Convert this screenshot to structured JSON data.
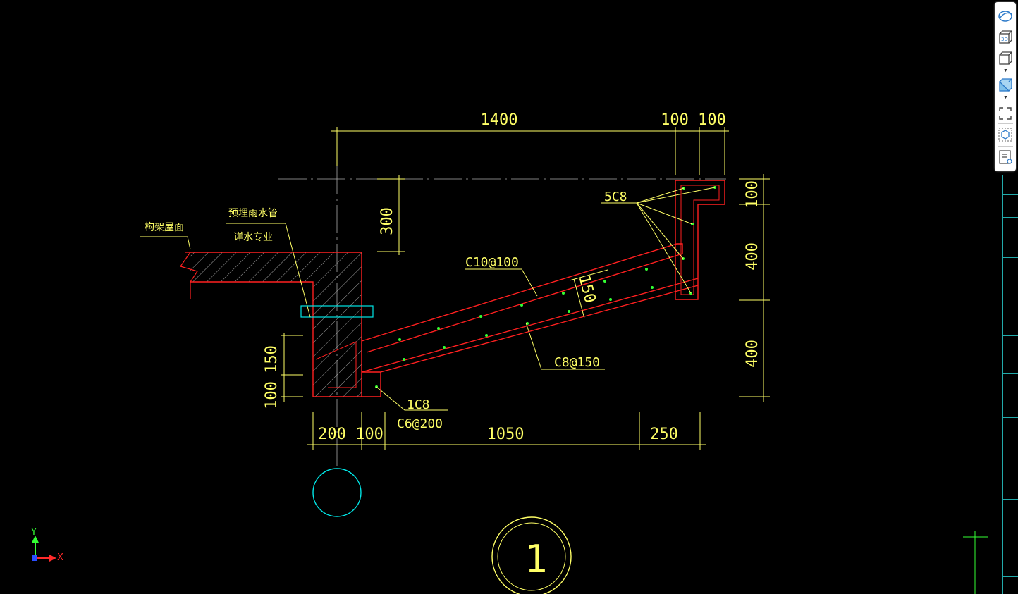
{
  "drawing": {
    "top_dims": [
      "1400",
      "100",
      "100"
    ],
    "bottom_dims": [
      "200",
      "100",
      "1050",
      "250"
    ],
    "right_dims": [
      "100",
      "400",
      "400"
    ],
    "left_dims": [
      "150",
      "100"
    ],
    "dim_300": "300",
    "dim_150_slab": "150",
    "labels": {
      "roof": "构架屋面",
      "pipe_line1": "预埋雨水管",
      "pipe_line2": "详水专业",
      "c10": "C10@100",
      "c8": "C8@150",
      "five_c8": "5C8",
      "one_c8": "1C8",
      "c6": "C6@200"
    },
    "detail_number": "1"
  },
  "ucs": {
    "x": "X",
    "y": "Y"
  },
  "toolbar": {
    "icons": [
      "orbit-icon",
      "view-3d-icon",
      "cube-view-icon",
      "solid-cube-icon",
      "fullscreen-icon",
      "box-select-icon",
      "layer-list-icon"
    ]
  },
  "colors": {
    "background": "#000000",
    "dimension": "#ffff66",
    "outline": "#ff2020",
    "rebar": "#33ff33",
    "axis": "#00e5e5"
  }
}
